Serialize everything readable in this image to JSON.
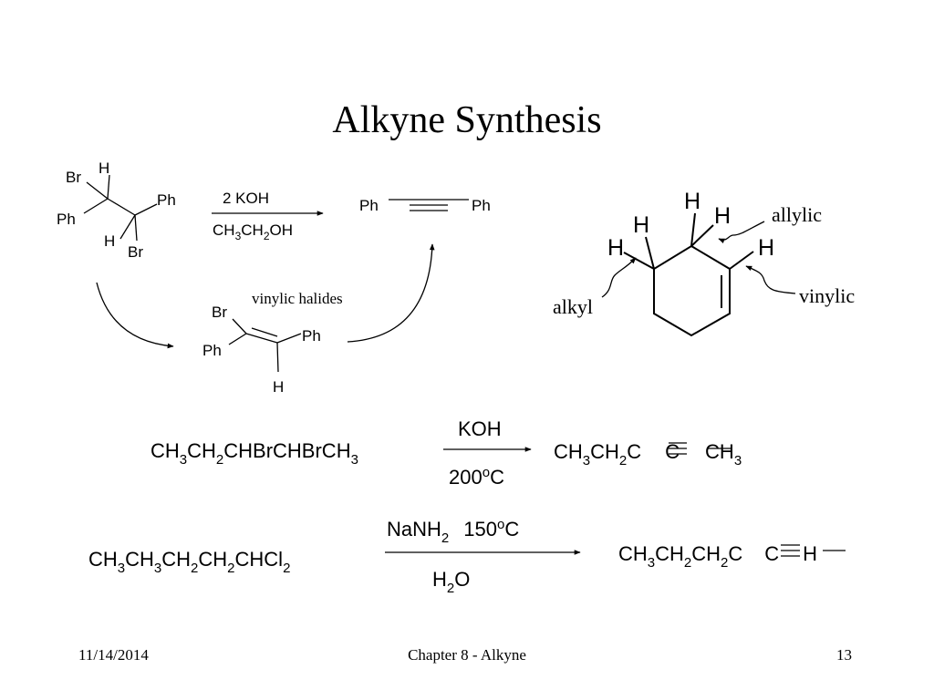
{
  "slide": {
    "title": "Alkyne Synthesis",
    "footer": {
      "date": "11/14/2014",
      "chapter": "Chapter 8 - Alkyne",
      "page": "13"
    }
  },
  "scheme": {
    "dibromide": {
      "br_top": "Br",
      "h_top": "H",
      "ph_right": "Ph",
      "ph_left": "Ph",
      "h_bottom": "H",
      "br_bottom": "Br"
    },
    "reagent_above": "2 KOH",
    "reagent_below": {
      "p1": "CH",
      "s1": "3",
      "p2": "CH",
      "s2": "2",
      "p3": "OH"
    },
    "alkyne": {
      "left": "Ph",
      "right": "Ph"
    },
    "intermediate_caption": "vinylic halides",
    "vinyl_halide": {
      "br": "Br",
      "ph_left": "Ph",
      "ph_right": "Ph",
      "h": "H"
    }
  },
  "cyclohexene": {
    "h_top": "H",
    "h_allylic": "H",
    "h_left": "H",
    "h_alkyl": "H",
    "h_vinylic": "H",
    "label_allylic": "allylic",
    "label_vinylic": "vinylic",
    "label_alkyl": "alkyl"
  },
  "reaction1": {
    "reactant": {
      "p1": "CH",
      "s1": "3",
      "p2": "CH",
      "s2": "2",
      "p3": "CHBrCHBrCH",
      "s3": "3"
    },
    "reagent_above": "KOH",
    "reagent_below": {
      "p1": "200",
      "sup": "o",
      "p2": "C"
    },
    "product": {
      "p1": "CH",
      "s1": "3",
      "p2": "CH",
      "s2": "2",
      "p3": "C",
      "p4": "C",
      "p5": "CH",
      "s5": "3"
    }
  },
  "reaction2": {
    "reactant": {
      "p1": "CH",
      "s1": "3",
      "p2": "CH",
      "s2": "3",
      "p3": "CH",
      "s3": "2",
      "p4": "CH",
      "s4": "2",
      "p5": "CHCl",
      "s5": "2"
    },
    "reagent_above": {
      "p1": "NaNH",
      "s1": "2",
      "p2": "150",
      "sup": "o",
      "p3": "C"
    },
    "reagent_below": {
      "p1": "H",
      "s1": "2",
      "p2": "O"
    },
    "product": {
      "p1": "CH",
      "s1": "3",
      "p2": "CH",
      "s2": "2",
      "p3": "CH",
      "s3": "2",
      "p4": "C",
      "p5": "C",
      "p6": "H"
    }
  }
}
